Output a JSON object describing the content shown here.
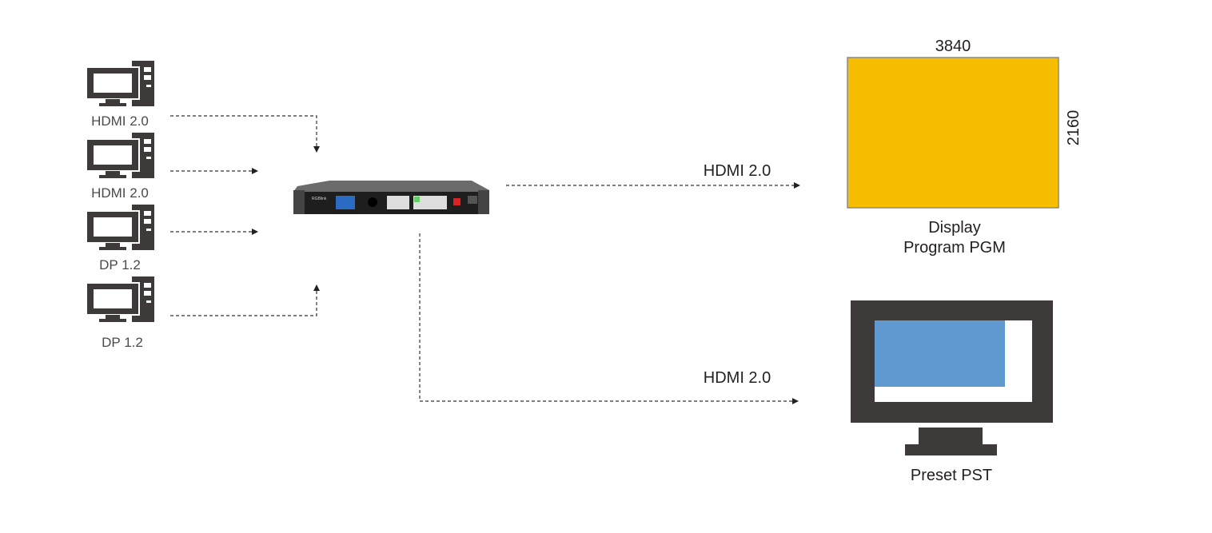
{
  "sources": [
    {
      "label": "HDMI 2.0",
      "icon": "computer-icon"
    },
    {
      "label": "HDMI 2.0",
      "icon": "computer-icon"
    },
    {
      "label": "DP 1.2",
      "icon": "computer-icon"
    },
    {
      "label": "DP 1.2",
      "icon": "computer-icon"
    }
  ],
  "device": {
    "brand": "RGBlink"
  },
  "outputs": {
    "program": {
      "link_label": "HDMI 2.0",
      "width": "3840",
      "height": "2160",
      "title_line1": "Display",
      "title_line2": "Program PGM",
      "color": "#f7be00"
    },
    "preset": {
      "link_label": "HDMI 2.0",
      "title": "Preset PST",
      "color": "#6098d0"
    }
  }
}
